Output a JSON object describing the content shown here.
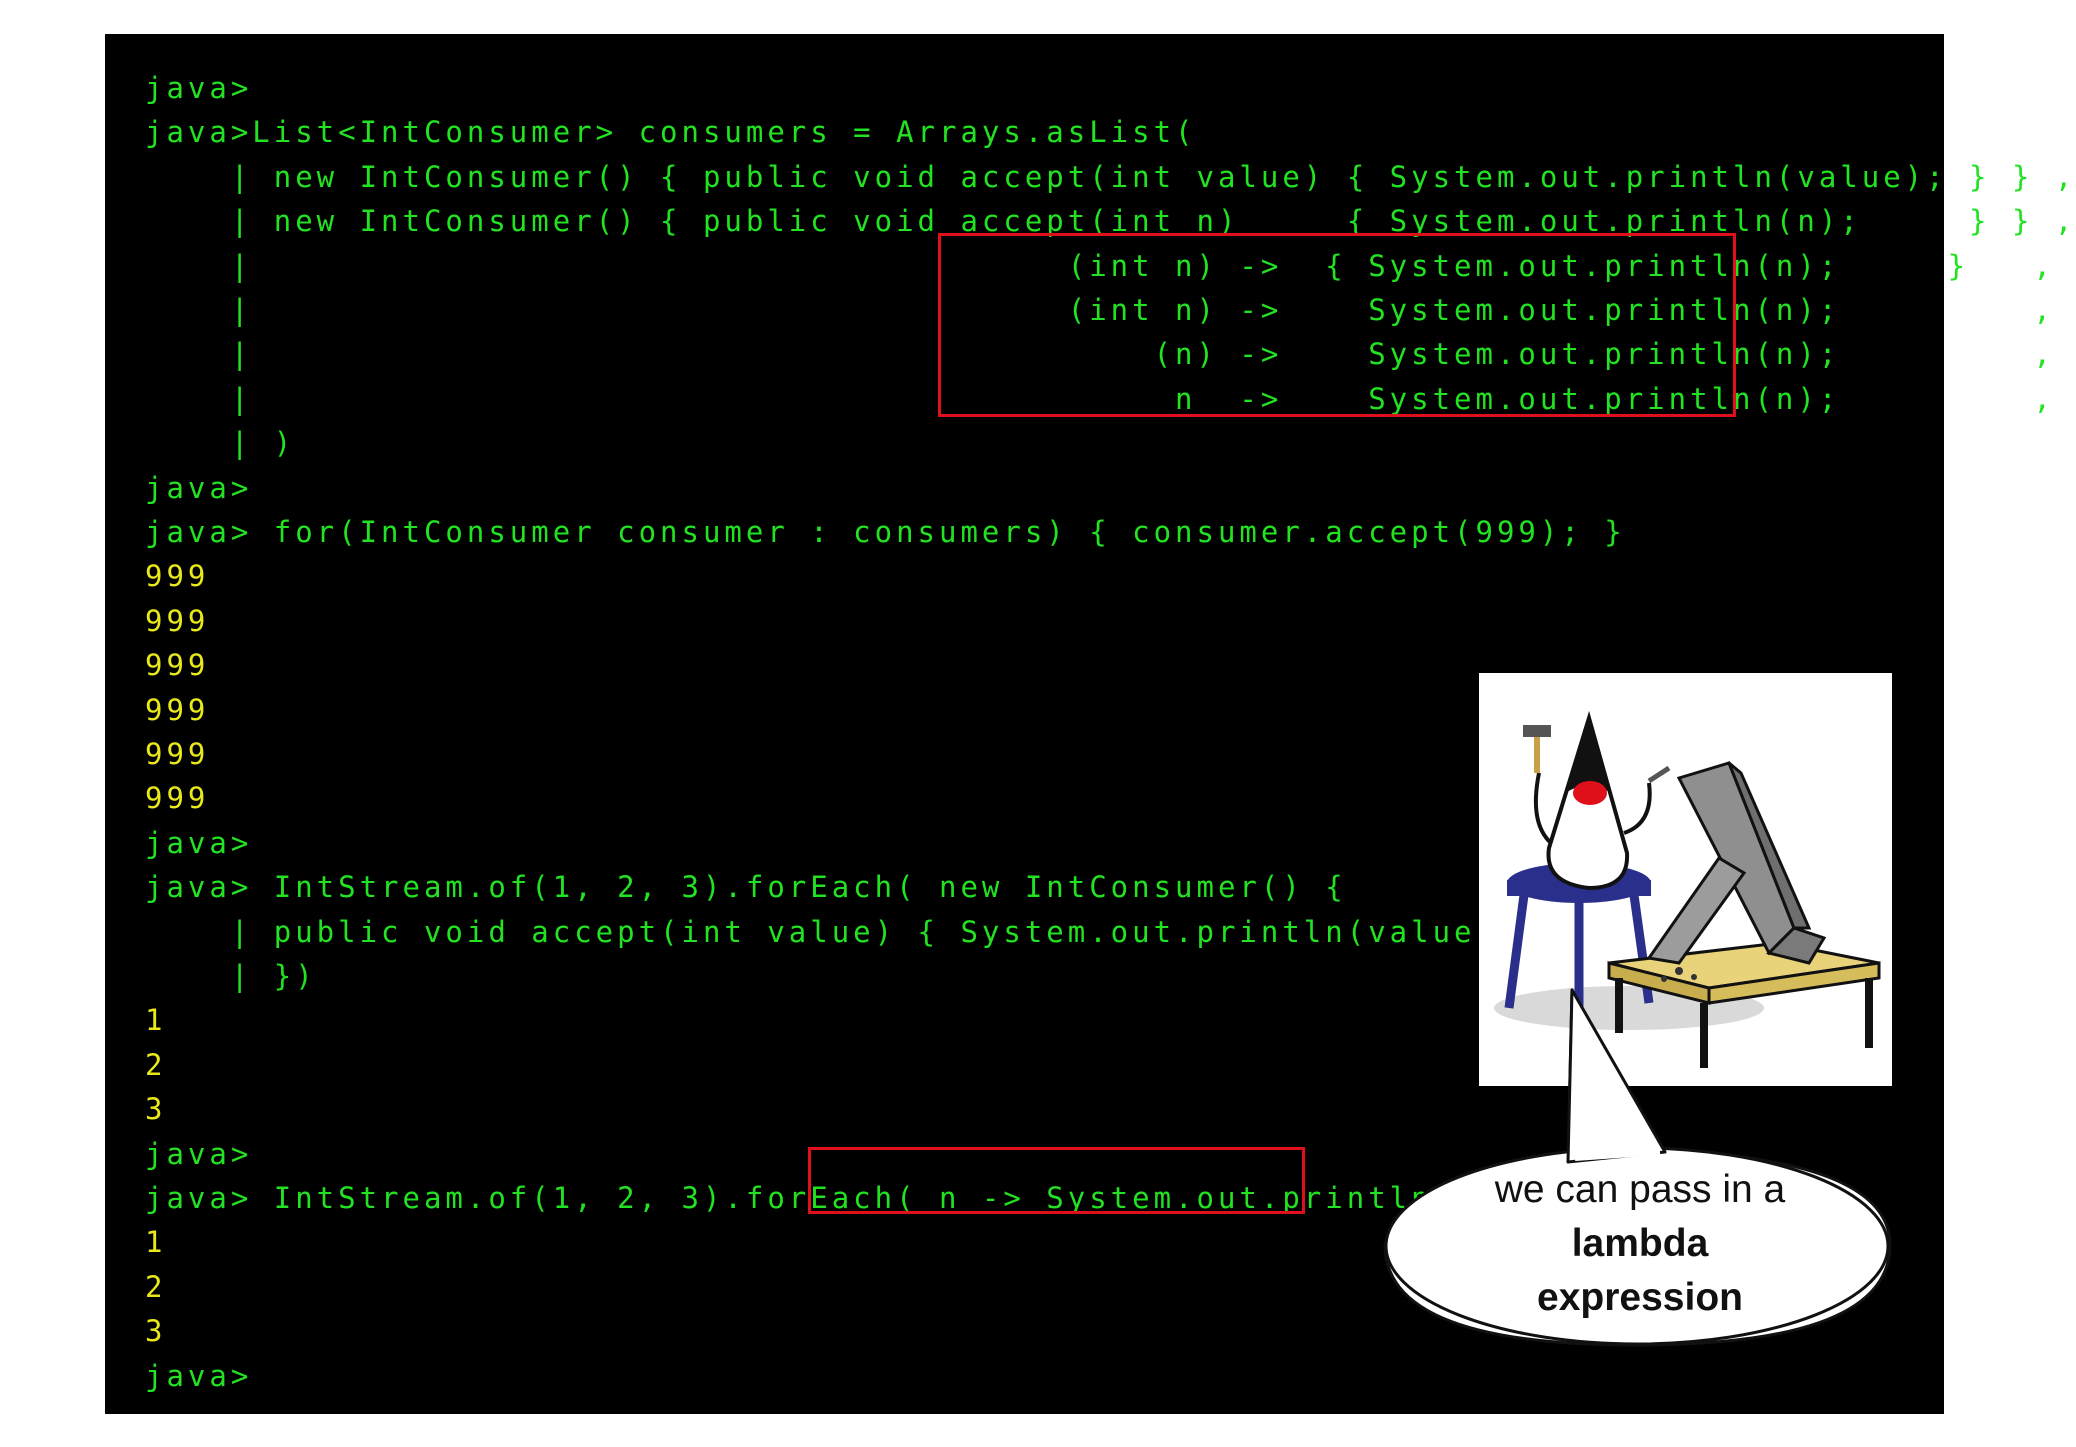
{
  "terminal": {
    "colors": {
      "input": "#22e222",
      "output": "#e8e81a",
      "background": "#000000",
      "highlight": "#e0101a"
    },
    "lines": [
      {
        "text": "java>",
        "kind": "in"
      },
      {
        "text": "java>List<IntConsumer> consumers = Arrays.asList(",
        "kind": "in"
      },
      {
        "text": "    | new IntConsumer() { public void accept(int value) { System.out.println(value); } } ,",
        "kind": "in"
      },
      {
        "text": "    | new IntConsumer() { public void accept(int n)     { System.out.println(n);     } } ,",
        "kind": "in"
      },
      {
        "text": "    |                                      (int n) ->  { System.out.println(n);     }   ,",
        "kind": "in"
      },
      {
        "text": "    |                                      (int n) ->    System.out.println(n);         ,",
        "kind": "in"
      },
      {
        "text": "    |                                          (n) ->    System.out.println(n);         ,",
        "kind": "in"
      },
      {
        "text": "    |                                           n  ->    System.out.println(n);         ,",
        "kind": "in"
      },
      {
        "text": "    | )",
        "kind": "in"
      },
      {
        "text": "java>",
        "kind": "in"
      },
      {
        "text": "java> for(IntConsumer consumer : consumers) { consumer.accept(999); }",
        "kind": "in"
      },
      {
        "text": "999",
        "kind": "out"
      },
      {
        "text": "999",
        "kind": "out"
      },
      {
        "text": "999",
        "kind": "out"
      },
      {
        "text": "999",
        "kind": "out"
      },
      {
        "text": "999",
        "kind": "out"
      },
      {
        "text": "999",
        "kind": "out"
      },
      {
        "text": "java>",
        "kind": "in"
      },
      {
        "text": "java> IntStream.of(1, 2, 3).forEach( new IntConsumer() {",
        "kind": "in"
      },
      {
        "text": "    | public void accept(int value) { System.out.println(value); }",
        "kind": "in"
      },
      {
        "text": "    | })",
        "kind": "in"
      },
      {
        "text": "1",
        "kind": "out"
      },
      {
        "text": "2",
        "kind": "out"
      },
      {
        "text": "3",
        "kind": "out"
      },
      {
        "text": "java>",
        "kind": "in"
      },
      {
        "text": "java> IntStream.of(1, 2, 3).forEach( n -> System.out.println(n) )",
        "kind": "in"
      },
      {
        "text": "1",
        "kind": "out"
      },
      {
        "text": "2",
        "kind": "out"
      },
      {
        "text": "3",
        "kind": "out"
      },
      {
        "text": "java>",
        "kind": "in"
      }
    ]
  },
  "illustration": {
    "subject": "duke-sculpting-lambda-illustration"
  },
  "bubble": {
    "line1": "we can pass in a",
    "line2": "lambda",
    "line3": "expression"
  }
}
